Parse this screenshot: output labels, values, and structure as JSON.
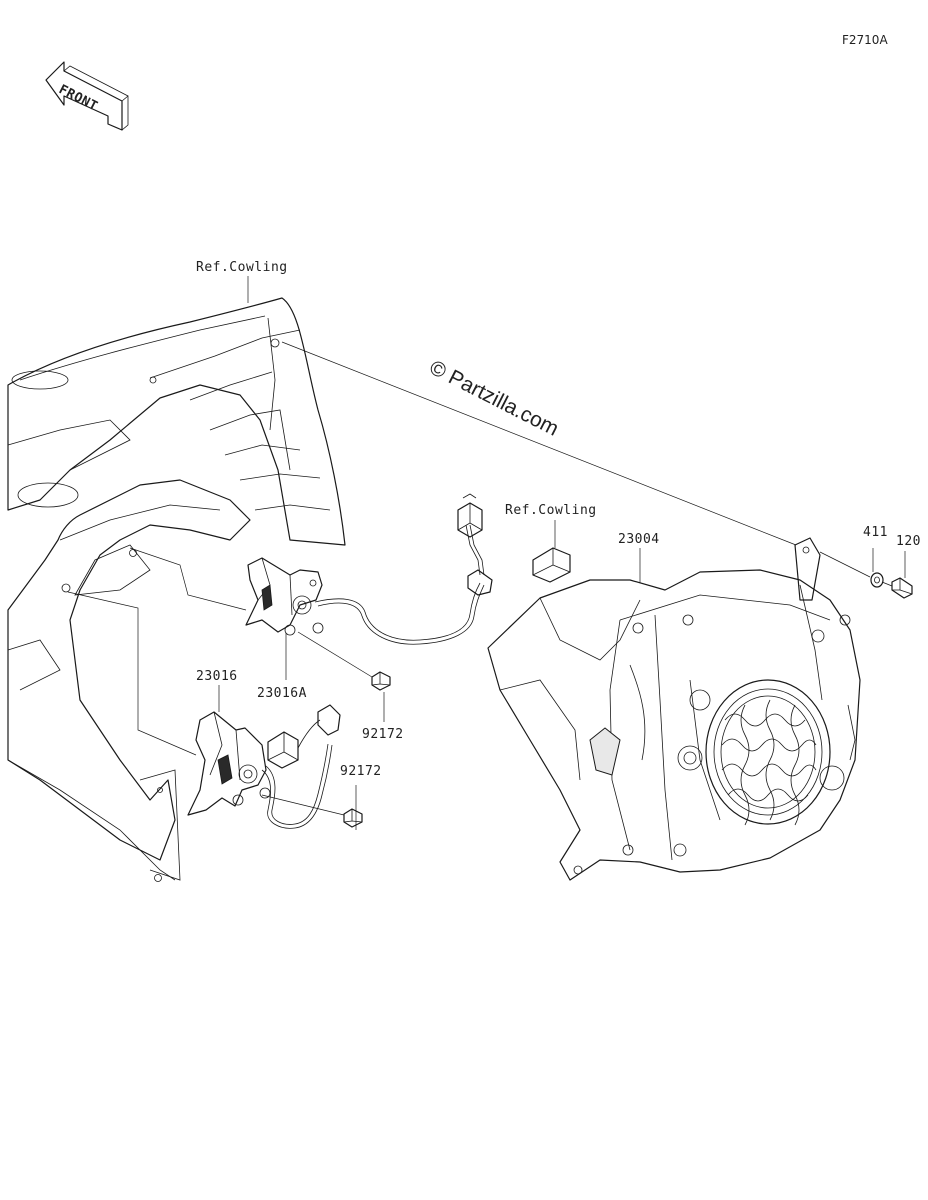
{
  "figure_code": "F2710A",
  "front_arrow": {
    "label": "FRONT",
    "icon": "front-arrow-icon"
  },
  "watermark": "© Partzilla.com",
  "references": {
    "cowling_top": "Ref.Cowling",
    "cowling_headlight": "Ref.Cowling"
  },
  "parts": {
    "headlight": "23004",
    "washer": "411",
    "bolt": "120",
    "lamp_upper": "23016A",
    "lamp_lower": "23016",
    "screw_upper": "92172",
    "screw_lower": "92172"
  }
}
